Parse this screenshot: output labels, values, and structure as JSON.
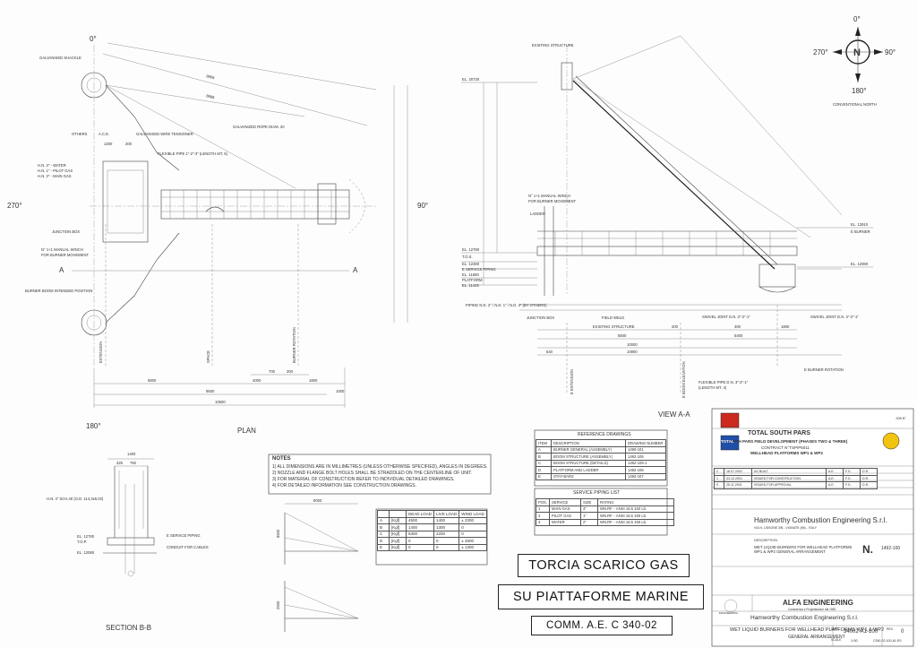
{
  "plan": {
    "title": "PLAN",
    "angle_top": "0°",
    "angle_left": "270°",
    "angle_right": "90°",
    "angle_bottom": "180°",
    "section_a_left": "A",
    "section_a_right": "A",
    "labels": {
      "galvanized_shackle": "GALVANISED SHACKLE",
      "others": "OTHERS",
      "ace": "A.C.E.",
      "wire_tensioner": "GALVANISED WIRE TENSIONER",
      "galvanized_rope": "GALVANIZED ROPE DIAM. 20",
      "flexible_pipe": "FLEXIBLE PIPE 1\"-2\"-3\" (LENGTH MT. 5)",
      "hn_water": "H.N. 3\" - WATER",
      "hn_pilot": "H.N. 1\" - PILOT GAS",
      "hn_main": "H.N. 3\" - MAIN GAS",
      "junction_box": "JUNCTION BOX",
      "manual_winch": "N° 1+1 MANUAL WINCH",
      "for_burner": "FOR BURNER MOVEMENT",
      "burner_boom": "BURNER BOOM INTENDED POSITION",
      "extension": "EXTENSION",
      "space": "SPACE",
      "burner_rotation": "BURNER ROTATION"
    },
    "dims": {
      "d1200a": "1200",
      "d200": "200",
      "d5500": "5500",
      "d4000": "4000",
      "d300": "300",
      "d9500": "9500",
      "d10500": "10500",
      "d1800": "1800",
      "d700": "700",
      "d1000": "1000",
      "d8888": "8888",
      "d9808": "9808"
    }
  },
  "view_aa": {
    "title": "VIEW A-A",
    "existing_structure_top": "EXISTING STRUCTURE",
    "el_20700": "EL. 20730",
    "el_12780": "EL. 12780",
    "tos": "T.O.S.",
    "el_12480": "EL. 12480",
    "service_piping": "E SERVICE PIPING",
    "el_11680": "EL. 11680",
    "platform": "PLATFORM",
    "el_11425": "EL. 11425",
    "el_13910": "EL. 13910",
    "burner": "E BURNER",
    "el_12080": "EL. 12080",
    "manual_winch": "N° 1+1 MANUAL WINCH",
    "for_burner": "FOR BURNER MOVEMENT",
    "ladder": "LADDER",
    "piping": "PIPING N.D. 2\" / N.D. 1\" / N.D. 3\" (BY OTHERS)",
    "junction_box": "JUNCTION BOX",
    "field_weld": "FIELD WELD",
    "existing_structure": "EXISTING STRUCTURE",
    "swivel_joint": "SWIVEL JOINT D.N. 3\"-2\"-1\"",
    "swivel_joint2": "SWIVEL JOINT D.N. 3\"-2\"-1\"",
    "flexible_pipe": "FLEXIBLE PIPE D.N. 3\"-2\"-1\"",
    "length": "(LENGTH MT. 4)",
    "burner_rotation": "E BURNER ROTATION",
    "extension": "E EXTENSION",
    "boom_el": "E BOOM ELEVATION",
    "d5500": "5500",
    "d5400": "5400",
    "d10000": "10000",
    "d10900": "10900",
    "d200": "200",
    "d400": "400",
    "d1800": "1800",
    "d540": "540"
  },
  "compass": {
    "n": "N",
    "deg0": "0°",
    "deg90": "90°",
    "deg180": "180°",
    "deg270": "270°",
    "caption": "CONVENTIONAL NORTH"
  },
  "section_bb": {
    "title": "SECTION B-B",
    "hn": "H.N. 4\" SCH.40 (O.D. 114,3x6,02)",
    "service_piping": "E SERVICE PIPING",
    "conduit": "CONDUIT FOR CABLES",
    "el_12780": "EL. 12780",
    "tos": "T.O.P.",
    "el_12080": "EL. 12080",
    "d1400": "1400",
    "d325": "325",
    "d750": "750"
  },
  "notes": {
    "title": "NOTES",
    "items": [
      "1) ALL DIMENSIONS ARE IN MILLIMETRES (UNLESS OTHERWISE SPECIFIED), ANGLES IN DEGREES.",
      "2) NOZZLE AND FLANGE BOLT HOLES SHALL BE STRADDLED ON THE CENTERLINE OF UNIT.",
      "3) FOR MATERIAL OF CONSTRUCTION REFER TO INDIVIDUAL DETAILED DRAWINGS.",
      "4) FOR DETAILED INFORMATION SEE CONSTRUCTION DRAWINGS."
    ]
  },
  "load_table": {
    "headers": [
      "",
      "",
      "DEAD LOAD",
      "LIVE LOAD",
      "WIND LOAD"
    ],
    "rows": [
      [
        "A",
        "[Kgf]",
        "4500",
        "1400",
        "± 2300"
      ],
      [
        "B",
        "[Kgf]",
        "1400",
        "1300",
        "0"
      ],
      [
        "C",
        "[Kgf]",
        "6300",
        "2200",
        "0"
      ],
      [
        "D",
        "[Kgf]",
        "0",
        "0",
        "± 2600"
      ],
      [
        "E",
        "[Kgf]",
        "0",
        "0",
        "± 1300"
      ]
    ],
    "dim_8000": "8000",
    "dim_8500": "8500",
    "dim_2500": "2500"
  },
  "reference_drawings": {
    "title": "REFERENCE DRAWINGS",
    "headers": [
      "ITEM",
      "DESCRIPTION",
      "DRAWING NUMBER"
    ],
    "rows": [
      [
        "A",
        "BURNER GENERAL (ASSEMBLY)",
        "1490-101"
      ],
      [
        "B",
        "BOOM STRUCTURE (ASSEMBLY)",
        "1492-105"
      ],
      [
        "C",
        "BOOM STRUCTURE (DETAILS)",
        "1492-105-1"
      ],
      [
        "D",
        "PLATFORM AND LADDER",
        "1492-106"
      ],
      [
        "E",
        "STAY-BARS",
        "1492-107"
      ]
    ]
  },
  "service_piping": {
    "title": "SERVICE PIPING LIST",
    "headers": [
      "POS.",
      "SERVICE",
      "SIZE",
      "RATING"
    ],
    "rows": [
      [
        "1",
        "MAIN GAS",
        "3\"",
        "WN.RF. - ANSI 16.5  150 Lb."
      ],
      [
        "2",
        "PILOT GAS",
        "1\"",
        "WN.RF. - ANSI 16.5  150 Lb."
      ],
      [
        "3",
        "WATER",
        "2\"",
        "WN.RF. - ANSI 16.5  150 Lb."
      ]
    ]
  },
  "banner": {
    "line1": "TORCIA SCARICO GAS",
    "line2": "SU PIATTAFORME MARINE",
    "line3": "COMM.  A.E. C 340-02"
  },
  "title_block": {
    "job": "JOB N°",
    "client": "TOTAL SOUTH PARS",
    "project": "SOUTH PARS FIELD DEVELOPMENT (PHASES TWO & THREE)",
    "contract": "CONTRACT N°TSP/P5011",
    "platforms": "WELLHEAD PLATFORMS WP1 & WP2",
    "total_logo": "TOTAL",
    "revisions": [
      [
        "2",
        "18.07.2002",
        "AS BUILT",
        "A.E.",
        "F.G.",
        "D.R."
      ],
      [
        "1",
        "03.12.2001",
        "ISSUED FOR CONSTRUCTION",
        "A.E.",
        "F.G.",
        "D.R."
      ],
      [
        "0",
        "25.11.2001",
        "ISSUED FOR APPROVAL",
        "A.E.",
        "F.G.",
        "D.R."
      ]
    ],
    "company": "Hamworthy Combustion Engineering S.r.l.",
    "address": "VIA N. LISSONE 3/B - VIGNATE (MI) - ITALY",
    "description_label": "DESCRIPTION",
    "description": "WET LIQUID BURNERS FOR WELLHEAD PLATFORMS WP1 & WP2 GENERAL ARRANGEMENT",
    "doc_no": "1492-100",
    "n_label": "N.",
    "alfa": "ALFA ENGINEERING",
    "alfa_sub": "Consulenza e Progettazione dal 1983",
    "alfa_logo": "ENGINEERING",
    "client_line": "Hamworthy Combustion Engineering S.r.l.",
    "wet_line": "WET LIQUID BURNERS FOR WELLHEAD PLATFORMS WP1 & WP2",
    "ga_line": "GENERAL ARRANGEMENT",
    "dwg_label": "DWG.",
    "dwg_no": "34002-A1-100",
    "rev_label": "REV.",
    "rev": "0",
    "scale_label": "SCALE",
    "scale": "1:50",
    "file": "C340-02-100-A1-R0"
  }
}
